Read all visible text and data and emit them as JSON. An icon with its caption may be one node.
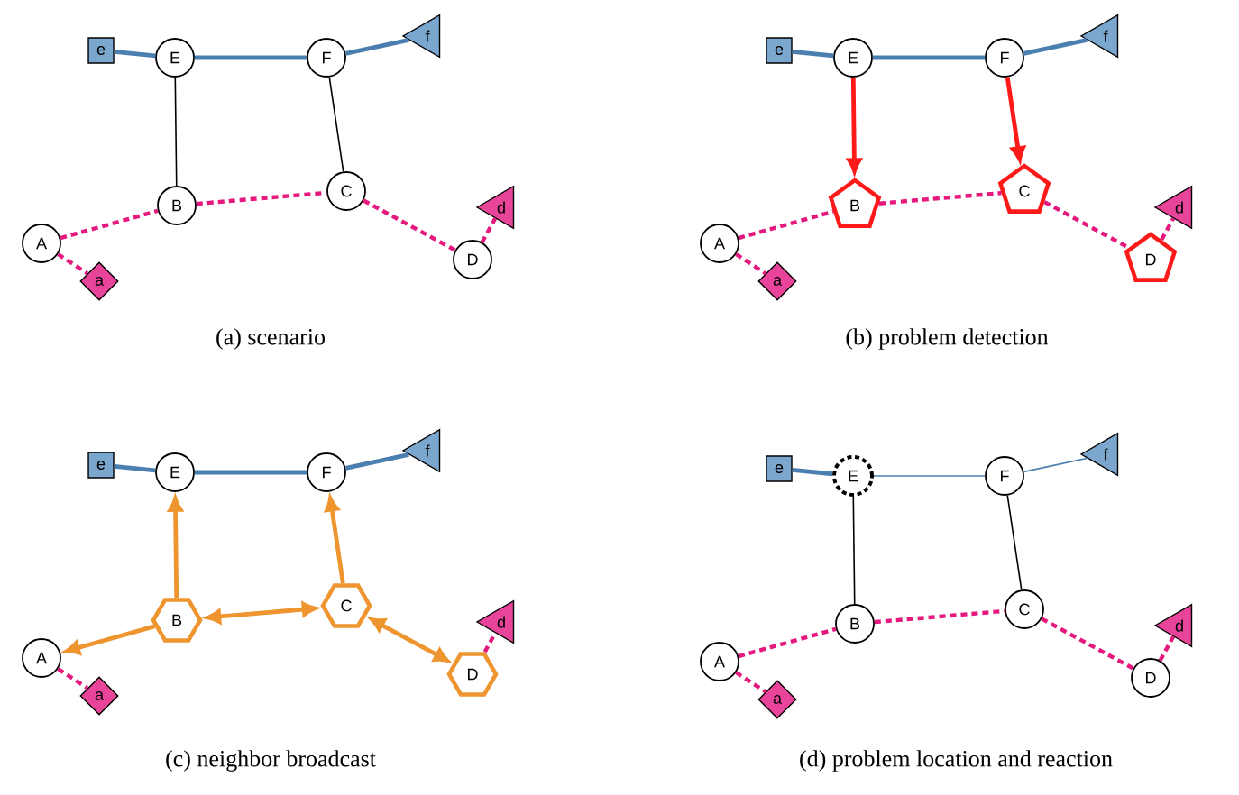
{
  "diagram": {
    "nodes": [
      {
        "text": [
          "e"
        ]
      },
      {
        "text": [
          "E"
        ]
      },
      {
        "text": [
          "F"
        ]
      },
      {
        "text": [
          "f"
        ]
      },
      {
        "text": [
          "B"
        ]
      },
      {
        "text": [
          "C"
        ]
      },
      {
        "text": [
          "d"
        ]
      },
      {
        "text": [
          "A"
        ]
      },
      {
        "text": [
          "D"
        ]
      },
      {
        "text": [
          "a"
        ]
      },
      {
        "text": [
          "e"
        ]
      },
      {
        "text": [
          "E"
        ]
      },
      {
        "text": [
          "F"
        ]
      },
      {
        "text": [
          "f"
        ]
      },
      {
        "text": [
          "B"
        ]
      },
      {
        "text": [
          "C"
        ]
      },
      {
        "text": [
          "d"
        ]
      },
      {
        "text": [
          "A"
        ]
      },
      {
        "text": [
          "D"
        ]
      },
      {
        "text": [
          "a"
        ]
      },
      {
        "text": [
          "e"
        ]
      },
      {
        "text": [
          "E"
        ]
      },
      {
        "text": [
          "F"
        ]
      },
      {
        "text": [
          "f"
        ]
      },
      {
        "text": [
          "B"
        ]
      },
      {
        "text": [
          "C"
        ]
      },
      {
        "text": [
          "d"
        ]
      },
      {
        "text": [
          "A"
        ]
      },
      {
        "text": [
          "D"
        ]
      },
      {
        "text": [
          "a"
        ]
      },
      {
        "text": [
          "e"
        ]
      },
      {
        "text": [
          "E"
        ]
      },
      {
        "text": [
          "F"
        ]
      },
      {
        "text": [
          "f"
        ]
      },
      {
        "text": [
          "B"
        ]
      },
      {
        "text": [
          "C"
        ]
      },
      {
        "text": [
          "d"
        ]
      },
      {
        "text": [
          "A"
        ]
      },
      {
        "text": [
          "D"
        ]
      },
      {
        "text": [
          "a"
        ]
      }
    ],
    "edges": [
      {
        "from": 0,
        "to": 1,
        "arrow": "none",
        "color": "#4a7fb0"
      },
      {
        "from": 1,
        "to": 2,
        "arrow": "none",
        "color": "#4a7fb0"
      },
      {
        "from": 2,
        "to": 3,
        "arrow": "none",
        "color": "#4a7fb0"
      },
      {
        "from": 1,
        "to": 4,
        "arrow": "none",
        "color": "#000000"
      },
      {
        "from": 2,
        "to": 5,
        "arrow": "none",
        "color": "#000000"
      },
      {
        "from": 7,
        "to": 4,
        "arrow": "none",
        "style": "dashed",
        "color": "#e5187e"
      },
      {
        "from": 4,
        "to": 5,
        "arrow": "none",
        "style": "dashed",
        "color": "#e5187e"
      },
      {
        "from": 5,
        "to": 8,
        "arrow": "none",
        "style": "dashed",
        "color": "#e5187e"
      },
      {
        "from": 7,
        "to": 9,
        "arrow": "none",
        "style": "dashed",
        "color": "#e5187e"
      },
      {
        "from": 8,
        "to": 6,
        "arrow": "none",
        "style": "dashed",
        "color": "#e5187e"
      },
      {
        "from": 10,
        "to": 11,
        "arrow": "none",
        "color": "#4a7fb0"
      },
      {
        "from": 11,
        "to": 12,
        "arrow": "none",
        "color": "#4a7fb0"
      },
      {
        "from": 12,
        "to": 13,
        "arrow": "none",
        "color": "#4a7fb0"
      },
      {
        "from": 11,
        "to": 14,
        "arrow": "to",
        "color": "#ff1a1a"
      },
      {
        "from": 12,
        "to": 15,
        "arrow": "to",
        "color": "#ff1a1a"
      },
      {
        "from": 17,
        "to": 14,
        "arrow": "none",
        "style": "dashed",
        "color": "#e5187e"
      },
      {
        "from": 14,
        "to": 15,
        "arrow": "none",
        "style": "dashed",
        "color": "#e5187e"
      },
      {
        "from": 15,
        "to": 18,
        "arrow": "none",
        "style": "dashed",
        "color": "#e5187e"
      },
      {
        "from": 17,
        "to": 19,
        "arrow": "none",
        "style": "dashed",
        "color": "#e5187e"
      },
      {
        "from": 18,
        "to": 16,
        "arrow": "none",
        "style": "dashed",
        "color": "#e5187e"
      },
      {
        "from": 20,
        "to": 21,
        "arrow": "none",
        "color": "#4a7fb0"
      },
      {
        "from": 21,
        "to": 22,
        "arrow": "none",
        "color": "#4a7fb0"
      },
      {
        "from": 22,
        "to": 23,
        "arrow": "none",
        "color": "#4a7fb0"
      },
      {
        "from": 24,
        "to": 21,
        "arrow": "to",
        "color": "#ee9530"
      },
      {
        "from": 25,
        "to": 22,
        "arrow": "to",
        "color": "#ee9530"
      },
      {
        "from": 24,
        "to": 27,
        "arrow": "to",
        "color": "#ee9530"
      },
      {
        "from": 24,
        "to": 25,
        "arrow": "both",
        "color": "#ee9530"
      },
      {
        "from": 25,
        "to": 28,
        "arrow": "both",
        "color": "#ee9530"
      },
      {
        "from": 27,
        "to": 29,
        "arrow": "none",
        "style": "dashed",
        "color": "#e5187e"
      },
      {
        "from": 28,
        "to": 26,
        "arrow": "none",
        "style": "dashed",
        "color": "#e5187e"
      },
      {
        "from": 30,
        "to": 31,
        "arrow": "none",
        "color": "#4a7fb0"
      },
      {
        "from": 31,
        "to": 32,
        "arrow": "none",
        "color": "#4a7fb0"
      },
      {
        "from": 32,
        "to": 33,
        "arrow": "none",
        "color": "#4a7fb0"
      },
      {
        "from": 31,
        "to": 34,
        "arrow": "none",
        "color": "#000000"
      },
      {
        "from": 32,
        "to": 35,
        "arrow": "none",
        "color": "#000000"
      },
      {
        "from": 37,
        "to": 34,
        "arrow": "none",
        "style": "dashed",
        "color": "#e5187e"
      },
      {
        "from": 34,
        "to": 35,
        "arrow": "none",
        "style": "dashed",
        "color": "#e5187e"
      },
      {
        "from": 35,
        "to": 38,
        "arrow": "none",
        "style": "dashed",
        "color": "#e5187e"
      },
      {
        "from": 37,
        "to": 39,
        "arrow": "none",
        "style": "dashed",
        "color": "#e5187e"
      },
      {
        "from": 38,
        "to": 36,
        "arrow": "none",
        "style": "dashed",
        "color": "#e5187e"
      }
    ],
    "labels": [
      "(a)  scenario",
      "(b)  problem detection",
      "(c)  neighbor broadcast",
      "(d)  problem location and reaction"
    ]
  }
}
